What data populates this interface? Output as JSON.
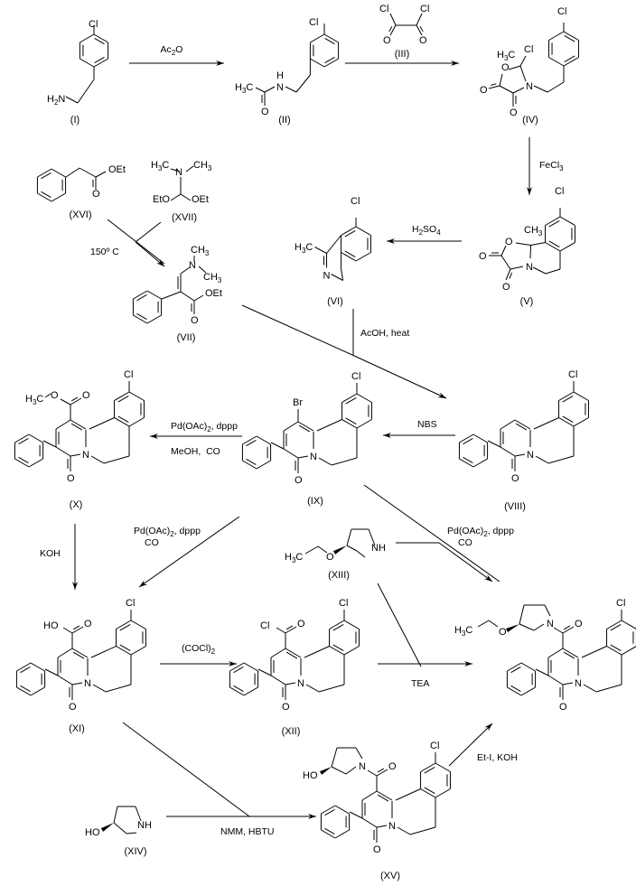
{
  "title": "Synthesis scheme of 3-phenyl-benzo[a]quinolizinone pyrrolidine amide",
  "compounds": [
    {
      "id": "I",
      "label": "(I)",
      "atoms": [
        "Cl",
        "H2N"
      ]
    },
    {
      "id": "II",
      "label": "(II)",
      "atoms": [
        "Cl",
        "H3C",
        "N",
        "H",
        "O"
      ]
    },
    {
      "id": "III",
      "label": "(III)",
      "atoms": [
        "Cl",
        "Cl",
        "O",
        "O"
      ]
    },
    {
      "id": "IV",
      "label": "(IV)",
      "atoms": [
        "Cl",
        "H3C",
        "Cl",
        "O",
        "N",
        "O",
        "O"
      ]
    },
    {
      "id": "V",
      "label": "(V)",
      "atoms": [
        "Cl",
        "CH3",
        "O",
        "N",
        "O",
        "O"
      ]
    },
    {
      "id": "VI",
      "label": "(VI)",
      "atoms": [
        "Cl",
        "H3C",
        "N"
      ]
    },
    {
      "id": "VII",
      "label": "(VII)",
      "atoms": [
        "CH3",
        "N",
        "CH3",
        "OEt",
        "O"
      ]
    },
    {
      "id": "VIII",
      "label": "(VIII)",
      "atoms": [
        "Cl",
        "N",
        "O"
      ]
    },
    {
      "id": "IX",
      "label": "(IX)",
      "atoms": [
        "Cl",
        "Br",
        "N",
        "O"
      ]
    },
    {
      "id": "X",
      "label": "(X)",
      "atoms": [
        "Cl",
        "H3C",
        "O",
        "O",
        "N",
        "O"
      ]
    },
    {
      "id": "XI",
      "label": "(XI)",
      "atoms": [
        "Cl",
        "HO",
        "O",
        "N",
        "O"
      ]
    },
    {
      "id": "XII",
      "label": "(XII)",
      "atoms": [
        "Cl",
        "Cl",
        "O",
        "N",
        "O"
      ]
    },
    {
      "id": "XIII",
      "label": "(XIII)",
      "atoms": [
        "H3C",
        "O",
        "NH"
      ]
    },
    {
      "id": "XIV",
      "label": "(XIV)",
      "atoms": [
        "HO",
        "NH"
      ]
    },
    {
      "id": "XV",
      "label": "(XV)",
      "atoms": [
        "Cl",
        "HO",
        "N",
        "O",
        "N",
        "O"
      ]
    },
    {
      "id": "XVI",
      "label": "(XVI)",
      "atoms": [
        "OEt",
        "O"
      ]
    },
    {
      "id": "XVII",
      "label": "(XVII)",
      "atoms": [
        "H3C",
        "N",
        "CH3",
        "EtO",
        "OEt"
      ]
    },
    {
      "id": "final",
      "label": "",
      "atoms": [
        "Cl",
        "H3C",
        "O",
        "N",
        "O",
        "N",
        "O"
      ]
    }
  ],
  "reactions": [
    {
      "from": "I",
      "to": "II",
      "conditions": [
        "Ac2O"
      ]
    },
    {
      "from": "II",
      "to": "IV",
      "conditions": [
        "(III)"
      ]
    },
    {
      "from": "IV",
      "to": "V",
      "conditions": [
        "FeCl3"
      ]
    },
    {
      "from": "V",
      "to": "VI",
      "conditions": [
        "H2SO4"
      ]
    },
    {
      "from": "XVI + XVII",
      "to": "VII",
      "conditions": [
        "150º C"
      ]
    },
    {
      "from": "VII + VI",
      "to": "VIII",
      "conditions": [
        "AcOH, heat"
      ]
    },
    {
      "from": "VIII",
      "to": "IX",
      "conditions": [
        "NBS"
      ]
    },
    {
      "from": "IX",
      "to": "X",
      "conditions": [
        "Pd(OAc)2, dppp",
        "MeOH,  CO"
      ]
    },
    {
      "from": "X",
      "to": "XI",
      "conditions": [
        "KOH"
      ]
    },
    {
      "from": "IX",
      "to": "XI",
      "conditions": [
        "Pd(OAc)2, dppp",
        "CO"
      ]
    },
    {
      "from": "IX + XIII",
      "to": "final",
      "conditions": [
        "Pd(OAc)2, dppp",
        "CO"
      ]
    },
    {
      "from": "XI",
      "to": "XII",
      "conditions": [
        "(COCl)2"
      ]
    },
    {
      "from": "XII + XIII",
      "to": "final",
      "conditions": [
        "TEA"
      ]
    },
    {
      "from": "XI + XIV",
      "to": "XV",
      "conditions": [
        "NMM, HBTU"
      ]
    },
    {
      "from": "XV",
      "to": "final",
      "conditions": [
        "Et-I, KOH"
      ]
    }
  ]
}
